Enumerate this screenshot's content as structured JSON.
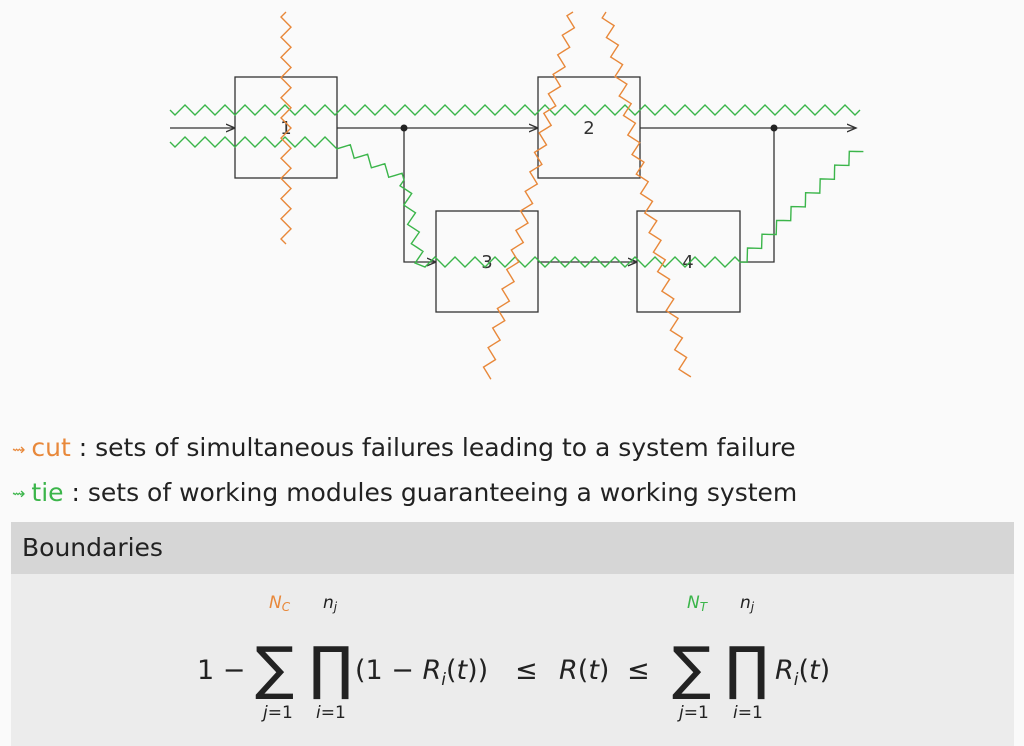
{
  "diagram": {
    "blocks": [
      {
        "id": "1",
        "label": "1"
      },
      {
        "id": "2",
        "label": "2"
      },
      {
        "id": "3",
        "label": "3"
      },
      {
        "id": "4",
        "label": "4"
      }
    ],
    "colors": {
      "cut": "#e8883a",
      "tie": "#3bb54a",
      "line": "#333333"
    }
  },
  "legend": {
    "cut_term": "cut",
    "cut_desc": ": sets of simultaneous failures leading to a system failure",
    "tie_term": "tie",
    "tie_desc": ": sets of working modules guaranteeing a working system"
  },
  "boundaries": {
    "title": "Boundaries",
    "formula": {
      "lhs_prefix": "1 −",
      "nc": "N_C",
      "nt": "N_T",
      "nj": "n_j",
      "j_index": "j=1",
      "i_index": "i=1",
      "term_left": "(1 − R_i(t))",
      "le": "≤",
      "middle": "R(t)",
      "term_right": "R_i(t)"
    }
  }
}
